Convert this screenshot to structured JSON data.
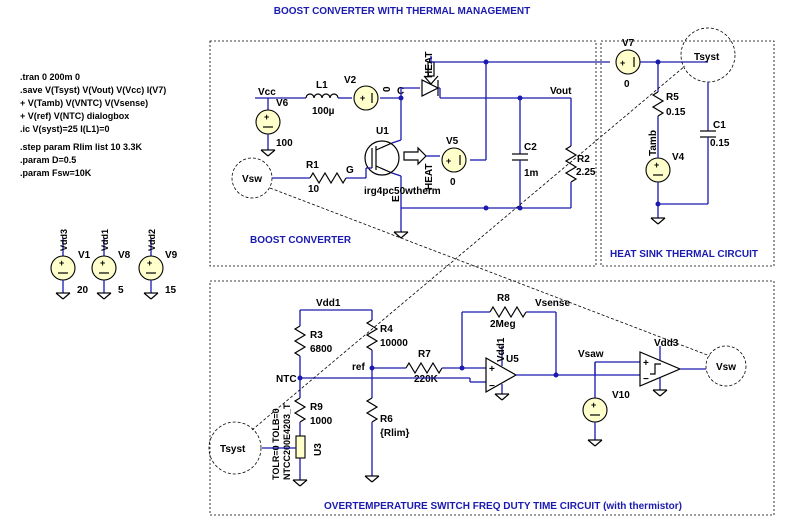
{
  "title": "BOOST CONVERTER WITH THERMAL MANAGEMENT",
  "directives": [
    ".tran 0 200m 0",
    ".save V(Tsyst) V(Vout) V(Vcc)  I(V7)",
    "+ V(Tamb) V(VNTC) V(Vsense)",
    "+ V(ref) V(NTC) dialogbox",
    ".ic V(syst)=25 I(L1)=0",
    ".step param Rlim list 10 3.3K",
    ".param D=0.5",
    ".param Fsw=10K"
  ],
  "blocks": {
    "boost": "BOOST CONVERTER",
    "heatsink": "HEAT SINK THERMAL CIRCUIT",
    "overtemp": "OVERTEMPERATURE SWITCH FREQ DUTY TIME CIRCUIT (with thermistor)"
  },
  "supplies": [
    {
      "net": "Vdd3",
      "name": "V1",
      "value": "20"
    },
    {
      "net": "Vdd1",
      "name": "V8",
      "value": "5"
    },
    {
      "net": "Vdd2",
      "name": "V9",
      "value": "15"
    }
  ],
  "boost": {
    "vcc": "Vcc",
    "v6": "V6",
    "v6_val": "100",
    "l1": "L1",
    "l1_val": "100µ",
    "v2": "V2",
    "v2_val": "0",
    "c_node": "C",
    "heat_top": "HEAT",
    "vout": "Vout",
    "u1": "U1",
    "u1_model": "irg4pc50wtherm",
    "v5": "V5",
    "v5_val": "0",
    "heat_mid": "HEAT",
    "e_node": "E",
    "g_node": "G",
    "r1": "R1",
    "r1_val": "10",
    "vsw": "Vsw",
    "c2": "C2",
    "c2_val": "1m",
    "r2": "R2",
    "r2_val": "2.25"
  },
  "heatsink": {
    "v7": "V7",
    "v7_val": "0",
    "tsyst": "Tsyst",
    "r5": "R5",
    "r5_val": "0.15",
    "c1": "C1",
    "c1_val": "0.15",
    "tamb": "Tamb",
    "v4": "V4"
  },
  "overtemp": {
    "vdd1": "Vdd1",
    "r3": "R3",
    "r3_val": "6800",
    "r4": "R4",
    "r4_val": "10000",
    "ntc": "NTC",
    "ref": "ref",
    "r7": "R7",
    "r7_val": "220K",
    "r8": "R8",
    "r8_val": "2Meg",
    "vsense": "Vsense",
    "u5_supply": "Vdd1",
    "u5": "U5",
    "vsaw": "Vsaw",
    "vdd3": "Vdd3",
    "vsw": "Vsw",
    "r9": "R9",
    "r9_val": "1000",
    "r6": "R6",
    "r6_val": "{Rlim}",
    "v10": "V10",
    "tsyst": "Tsyst",
    "u3": "U3",
    "ntc_part": "NTCC200E4203_T",
    "tol": "TOLR=0 TOLB=0"
  }
}
